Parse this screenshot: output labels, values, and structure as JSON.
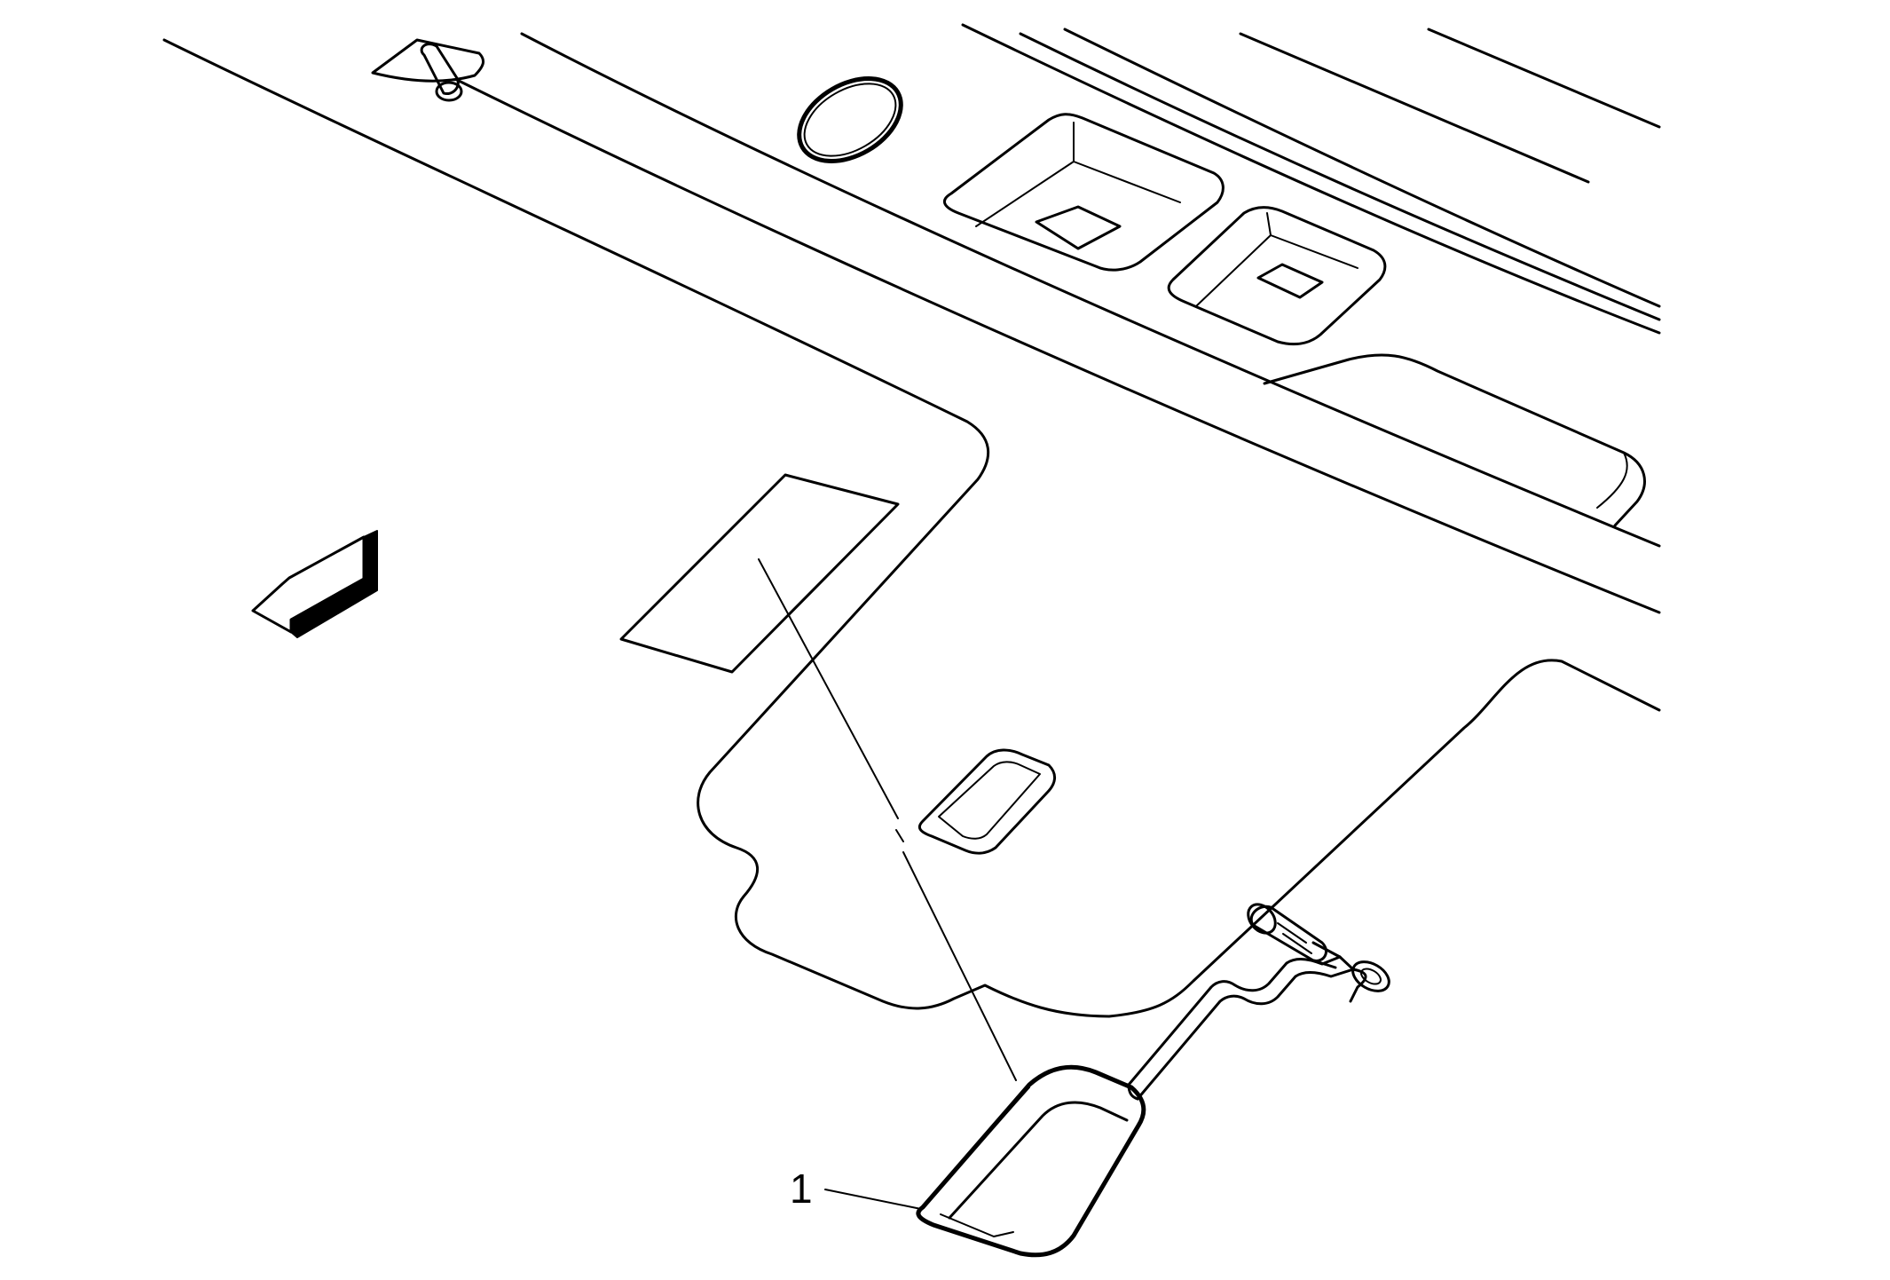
{
  "diagram": {
    "callouts": [
      {
        "label": "1",
        "target": "sensor-pad"
      }
    ],
    "direction_arrow": {
      "icon": "front-direction-arrow-icon",
      "points": "front-left"
    },
    "colors": {
      "line": "#000000",
      "background": "#ffffff"
    }
  }
}
